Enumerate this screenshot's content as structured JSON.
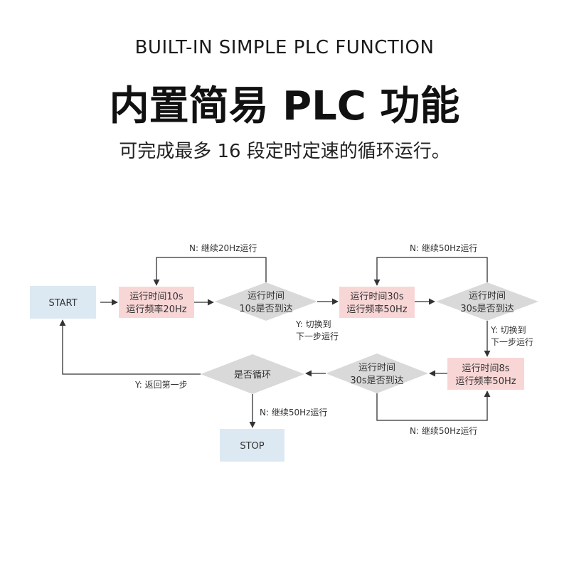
{
  "header": {
    "title_en": "BUILT-IN SIMPLE PLC FUNCTION",
    "title_zh": "内置简易 PLC 功能",
    "subtitle": "可完成最多 16 段定时定速的循环运行。"
  },
  "colors": {
    "terminal": "#dce9f2",
    "process": "#f9d6d6",
    "decision": "#d9d9d9",
    "line": "#333333"
  },
  "flow": {
    "start": "START",
    "stop": "STOP",
    "p1": [
      "运行时间10s",
      "运行频率20Hz"
    ],
    "d1": [
      "运行时间",
      "10s是否到达"
    ],
    "p2": [
      "运行时间30s",
      "运行频率50Hz"
    ],
    "d2": [
      "运行时间",
      "30s是否到达"
    ],
    "p3": [
      "运行时间8s",
      "运行频率50Hz"
    ],
    "d3": [
      "运行时间",
      "30s是否到达"
    ],
    "d4": "是否循环",
    "loop1": "N:  继续20Hz运行",
    "loop2": "N:  继续50Hz运行",
    "loop3": "N:  继续50Hz运行",
    "stop_label": "N:  继续50Hz运行",
    "y1": [
      "Y:  切换到",
      "下一步运行"
    ],
    "y2": [
      "Y:  切换到",
      "下一步运行"
    ],
    "y_return": "Y:  返回第一步"
  }
}
